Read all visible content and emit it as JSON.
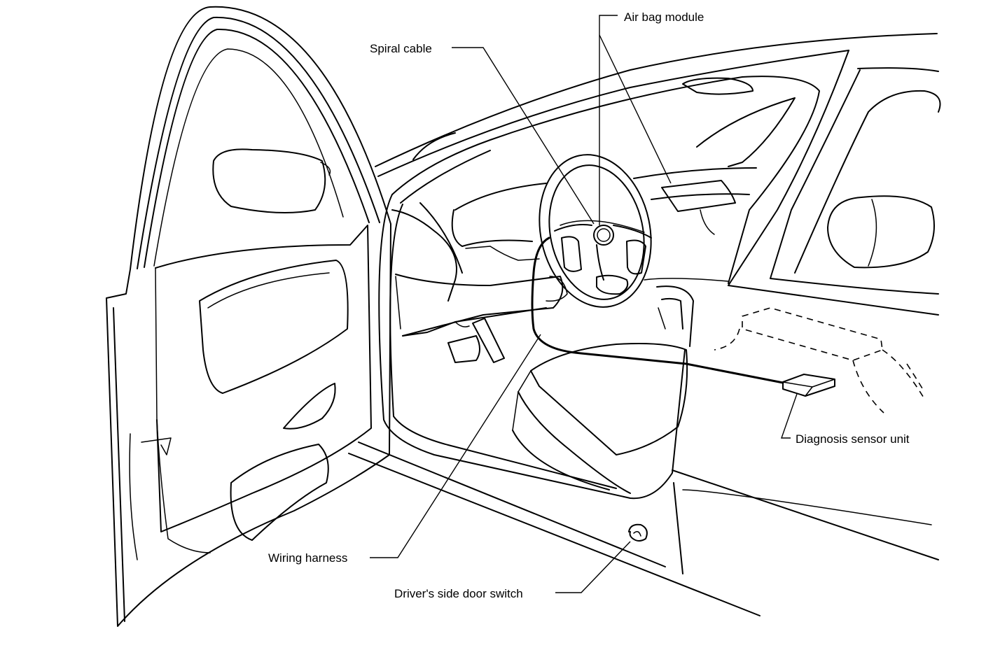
{
  "labels": {
    "air_bag_module": "Air bag module",
    "spiral_cable": "Spiral cable",
    "diagnosis_sensor_unit": "Diagnosis sensor unit",
    "wiring_harness": "Wiring harness",
    "drivers_side_door_switch": "Driver's side door switch"
  },
  "colors": {
    "line": "#000000",
    "background": "#ffffff"
  }
}
